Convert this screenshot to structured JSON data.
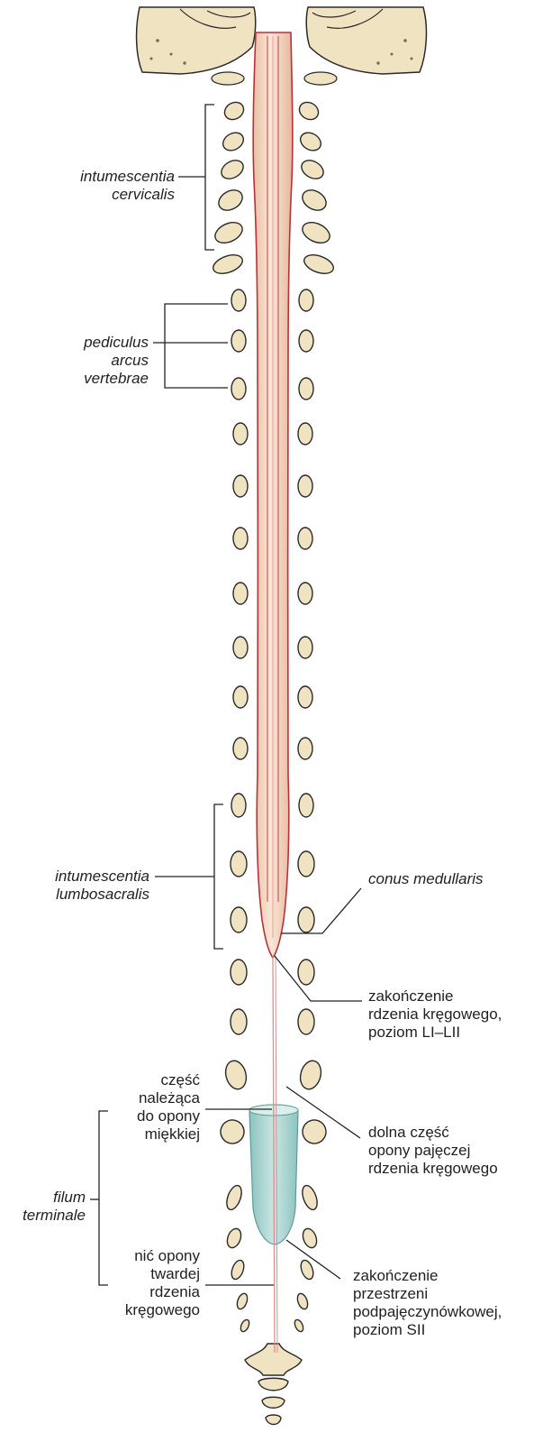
{
  "labels": {
    "intumescentia_cervicalis": [
      "intumescentia",
      "cervicalis"
    ],
    "pediculus_arcus_vertebrae": [
      "pediculus",
      "arcus",
      "vertebrae"
    ],
    "intumescentia_lumbosacralis": [
      "intumescentia",
      "lumbosacralis"
    ],
    "conus_medullaris": "conus medullaris",
    "zakonczenie_rdzenia": [
      "zakończenie",
      "rdzenia kręgowego,",
      "poziom LI–LII"
    ],
    "czesc_opony_miekkiej": [
      "część",
      "należąca",
      "do opony",
      "miękkiej"
    ],
    "dolna_czesc_opony": [
      "dolna część",
      "opony pajęczej",
      "rdzenia kręgowego"
    ],
    "filum_terminale": [
      "filum",
      "terminale"
    ],
    "nic_opony_twardej": [
      "nić opony",
      "twardej",
      "rdzenia",
      "kręgowego"
    ],
    "zakonczenie_przestrzeni": [
      "zakończenie",
      "przestrzeni",
      "podpajęczynówkowej,",
      "poziom SII"
    ]
  },
  "colors": {
    "cord_fill": "#f5d9c4",
    "cord_outline": "#b8323a",
    "bone_fill": "#efe3c2",
    "bone_outline": "#2a2a2a",
    "arachnoid_fill": "#a9d4cf",
    "leader_line": "#222222"
  }
}
